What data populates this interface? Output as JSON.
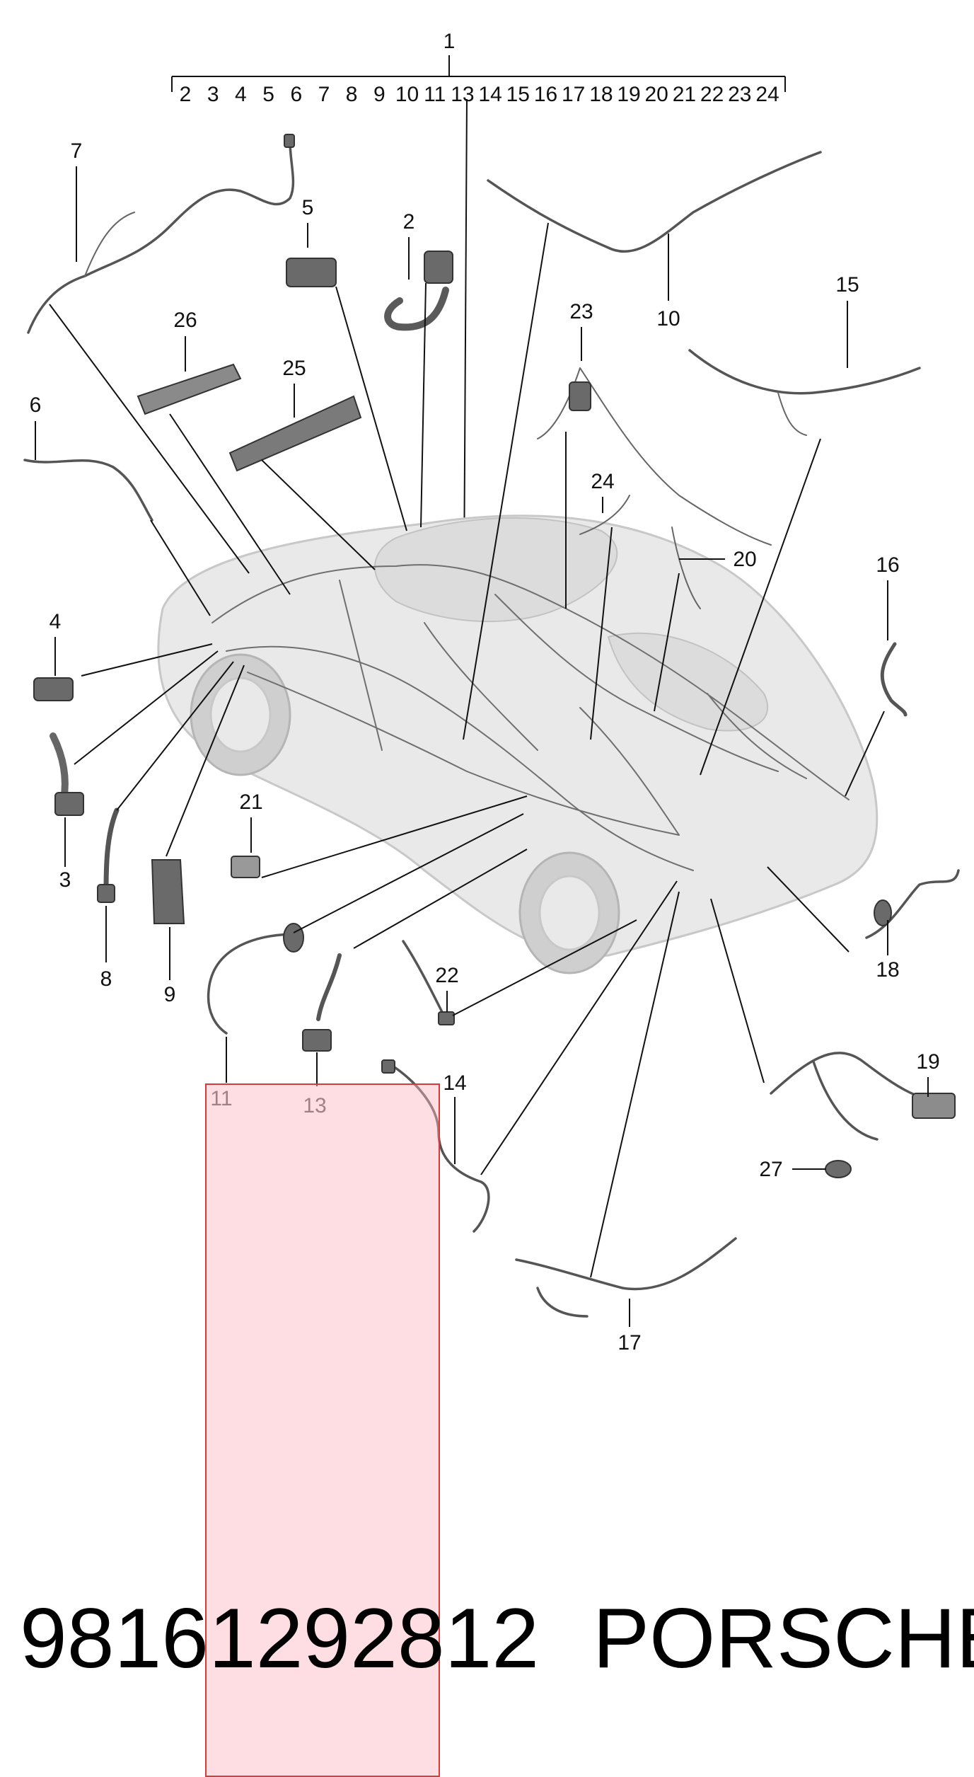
{
  "diagram": {
    "main_callout": "1",
    "sub_callouts": [
      "2",
      "3",
      "4",
      "5",
      "6",
      "7",
      "8",
      "9",
      "10",
      "11",
      "13",
      "14",
      "15",
      "16",
      "17",
      "18",
      "19",
      "20",
      "21",
      "22",
      "23",
      "24"
    ],
    "callouts": {
      "c1": "1",
      "c2": "2",
      "c3": "3",
      "c4": "4",
      "c5": "5",
      "c6": "6",
      "c7": "7",
      "c8": "8",
      "c9": "9",
      "c10": "10",
      "c11": "11",
      "c13": "13",
      "c14": "14",
      "c15": "15",
      "c16": "16",
      "c17": "17",
      "c18": "18",
      "c19": "19",
      "c20": "20",
      "c21": "21",
      "c22": "22",
      "c23": "23",
      "c24": "24",
      "c25": "25",
      "c26": "26",
      "c27": "27"
    }
  },
  "caption": {
    "part_number": "98161292812",
    "brand": "PORSCHE"
  },
  "colors": {
    "highlight_fill": "#ffb6c1",
    "highlight_border": "#d43c3c",
    "car_body": "#e9e9e9",
    "wiring": "#555555"
  }
}
